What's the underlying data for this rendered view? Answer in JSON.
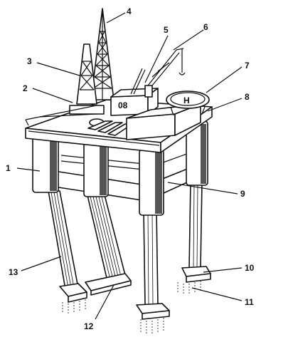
{
  "diagram": {
    "callouts": [
      {
        "id": "c1",
        "text": "1"
      },
      {
        "id": "c2",
        "text": "2"
      },
      {
        "id": "c3",
        "text": "3"
      },
      {
        "id": "c4",
        "text": "4"
      },
      {
        "id": "c5",
        "text": "5"
      },
      {
        "id": "c6",
        "text": "6"
      },
      {
        "id": "c7",
        "text": "7"
      },
      {
        "id": "c8",
        "text": "8"
      },
      {
        "id": "c9",
        "text": "9"
      },
      {
        "id": "c10",
        "text": "10"
      },
      {
        "id": "c11",
        "text": "11"
      },
      {
        "id": "c12",
        "text": "12"
      },
      {
        "id": "c13",
        "text": "13"
      }
    ],
    "helipad_mark": "H",
    "module_mark": "08"
  },
  "colors": {
    "ink": "#111111",
    "background": "#ffffff"
  }
}
